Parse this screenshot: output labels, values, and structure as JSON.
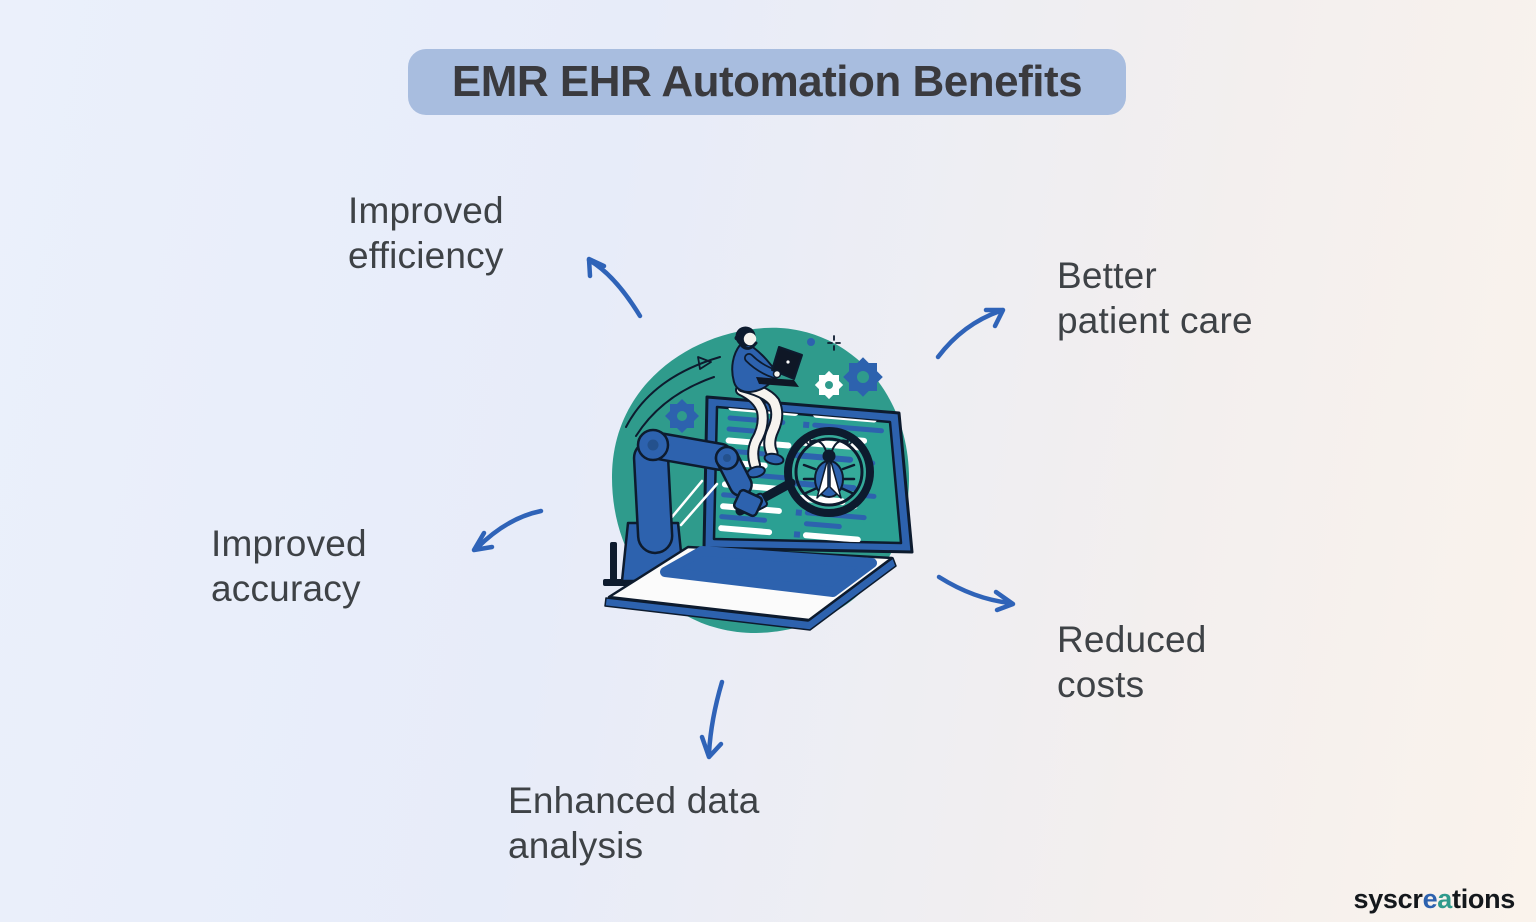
{
  "title": {
    "label": "EMR EHR Automation Benefits"
  },
  "benefits": {
    "improved_efficiency": {
      "line1": "Improved",
      "line2": "efficiency"
    },
    "better_patient_care": {
      "line1": "Better",
      "line2": "patient care"
    },
    "improved_accuracy": {
      "line1": "Improved",
      "line2": "accuracy"
    },
    "reduced_costs": {
      "line1": "Reduced",
      "line2": "costs"
    },
    "enhanced_data_analysis": {
      "line1": "Enhanced data",
      "line2": "analysis"
    }
  },
  "logo": {
    "pre": "syscr",
    "accent_e": "e",
    "accent_a": "a",
    "post": "tions"
  },
  "colors": {
    "background_left": "#e7ecf9",
    "background_right": "#faf3ec",
    "title_badge": "#a8bddf",
    "title_text": "#3a3a3e",
    "label_text": "#3e4246",
    "arrow_blue": "#2f63b8",
    "illustration_teal": "#2f9b8c",
    "illustration_blue": "#2d62ae",
    "illustration_outline": "#0d1b2e",
    "logo_accent_e": "#2d62ae",
    "logo_accent_a": "#2f9b8c"
  },
  "illustration": {
    "icons": [
      "robot-arm-icon",
      "magnifier-icon",
      "bug-icon",
      "laptop-icon",
      "person-with-laptop-icon",
      "gear-icon",
      "code-lines-icon"
    ]
  }
}
